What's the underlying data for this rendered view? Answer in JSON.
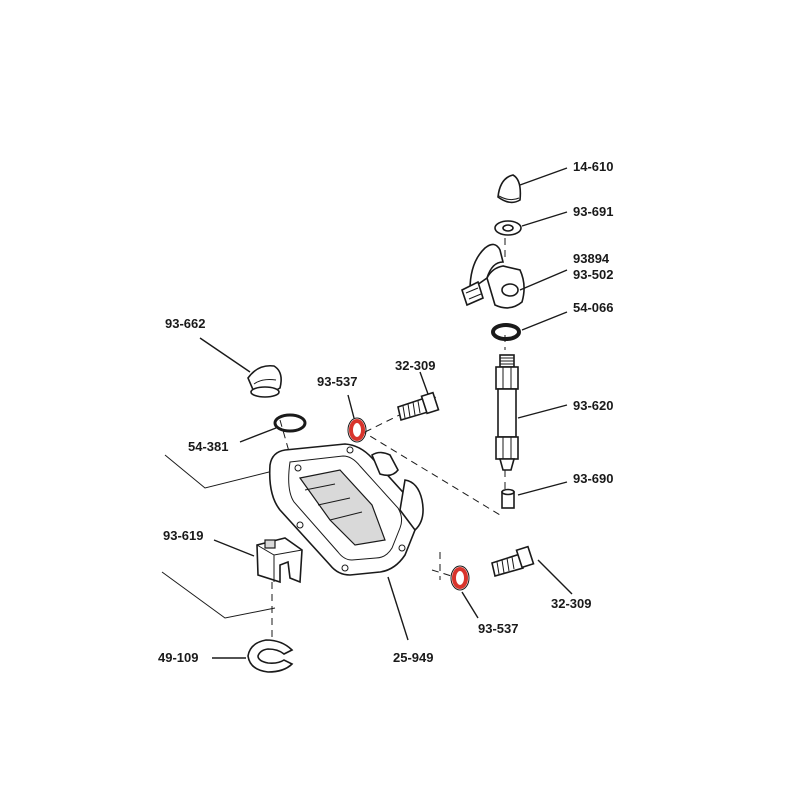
{
  "labels": {
    "p14_610": "14-610",
    "p93_691": "93-691",
    "p93894": "93894",
    "p93_502": "93-502",
    "p54_066": "54-066",
    "p93_662": "93-662",
    "p93_537_top": "93-537",
    "p32_309_top": "32-309",
    "p93_620": "93-620",
    "p54_381": "54-381",
    "p93_690": "93-690",
    "p93_619": "93-619",
    "p32_309_bottom": "32-309",
    "p93_537_bottom": "93-537",
    "p49_109": "49-109",
    "p25_949": "25-949"
  },
  "colors": {
    "line": "#1a1a1a",
    "washer_highlight": "#d8342c",
    "background": "#ffffff"
  }
}
